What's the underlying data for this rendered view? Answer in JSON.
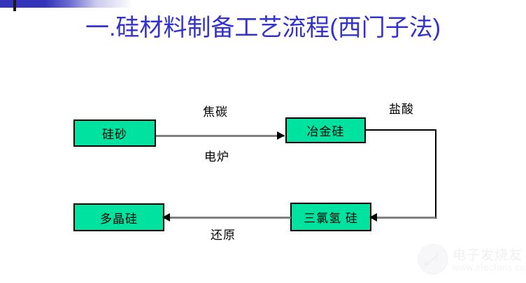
{
  "slide": {
    "title": "一.硅材料制备工艺流程(西门子法)",
    "title_color": "#3333cc",
    "background_color": "#ffffff"
  },
  "decoration": {
    "bar_name": "top-left-gradient-bar",
    "bar_color": "#3333bb",
    "tick_color": "#1a1a1a"
  },
  "flowchart": {
    "node_fill_color": "#00e2a0",
    "node_border_color": "#000000",
    "connector_color": "#808080",
    "arrowhead_color": "#000000",
    "nodes": [
      {
        "id": "silica-sand",
        "label": "硅砂"
      },
      {
        "id": "metal-silicon",
        "label": "冶金硅"
      },
      {
        "id": "polysilicon",
        "label": "多晶硅"
      },
      {
        "id": "trichlorosilane",
        "label": "三氯氢 硅"
      }
    ],
    "edge_labels": [
      {
        "id": "coke",
        "label": "焦碳"
      },
      {
        "id": "electric-furnace",
        "label": "电炉"
      },
      {
        "id": "hydrochloric-acid",
        "label": "盐酸"
      },
      {
        "id": "reduction",
        "label": "还原"
      }
    ]
  },
  "watermark": {
    "brand": "电子发烧友",
    "url": "www.elecfans.com"
  }
}
